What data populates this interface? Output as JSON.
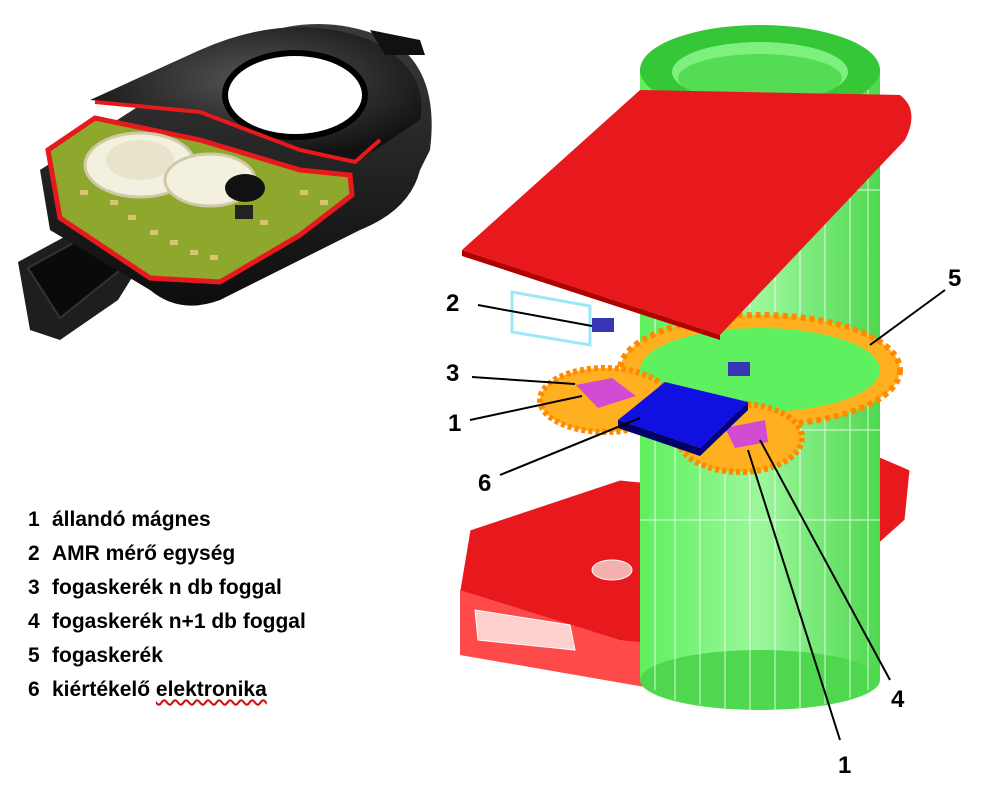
{
  "legend": {
    "items": [
      {
        "num": "1",
        "text": "állandó mágnes"
      },
      {
        "num": "2",
        "text": "AMR mérő egység"
      },
      {
        "num": "3",
        "text": "fogaskerék n db foggal"
      },
      {
        "num": "4",
        "text": "fogaskerék n+1 db foggal"
      },
      {
        "num": "5",
        "text": "fogaskerék"
      },
      {
        "num": "6",
        "text": "kiértékelő",
        "text_underlined": "elektronika"
      }
    ]
  },
  "callouts": {
    "c1_upper": "1",
    "c1_lower": "1",
    "c2": "2",
    "c3": "3",
    "c4": "4",
    "c5": "5",
    "c6": "6"
  },
  "colors": {
    "housing_red": "#e8191d",
    "shaft_green": "#5ef05e",
    "gear_orange": "#ffb020",
    "magnet_magenta": "#d34bd3",
    "chip_blue": "#1010e0",
    "pcb_green": "#8ea82e",
    "sensor_body": "#2a2a2a"
  }
}
